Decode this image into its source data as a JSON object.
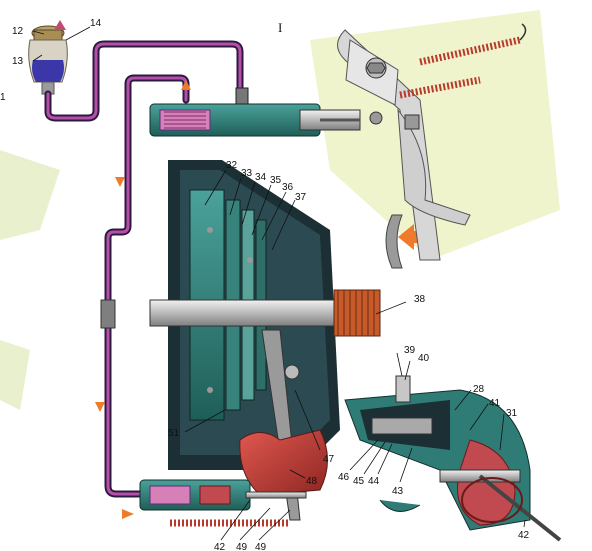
{
  "figure": {
    "roman_numeral": "I",
    "side_number": "1"
  },
  "callouts": [
    {
      "id": "c12",
      "text": "12"
    },
    {
      "id": "c13",
      "text": "13"
    },
    {
      "id": "c14",
      "text": "14"
    },
    {
      "id": "c32",
      "text": "32"
    },
    {
      "id": "c33",
      "text": "33"
    },
    {
      "id": "c34",
      "text": "34"
    },
    {
      "id": "c35",
      "text": "35"
    },
    {
      "id": "c36",
      "text": "36"
    },
    {
      "id": "c37",
      "text": "37"
    },
    {
      "id": "c38",
      "text": "38"
    },
    {
      "id": "c39",
      "text": "39"
    },
    {
      "id": "c40",
      "text": "40"
    },
    {
      "id": "c28",
      "text": "28"
    },
    {
      "id": "c41",
      "text": "41"
    },
    {
      "id": "c31",
      "text": "31"
    },
    {
      "id": "c51",
      "text": "51"
    },
    {
      "id": "c47",
      "text": "47"
    },
    {
      "id": "c48",
      "text": "48"
    },
    {
      "id": "c46",
      "text": "46"
    },
    {
      "id": "c45",
      "text": "45"
    },
    {
      "id": "c44",
      "text": "44"
    },
    {
      "id": "c43",
      "text": "43"
    },
    {
      "id": "c42a",
      "text": "42"
    },
    {
      "id": "c49a",
      "text": "49"
    },
    {
      "id": "c49b",
      "text": "49"
    },
    {
      "id": "c42b",
      "text": "42"
    }
  ],
  "colors": {
    "fluid_line": "#5a2f7a",
    "fluid_fill": "#b54fa8",
    "housing_dark": "#1b2f35",
    "housing_teal": "#2f7c76",
    "rubber_boot": "#c03b3a",
    "arrow_orange": "#ef7a2a",
    "pedal_grey": "#cfcfcf",
    "spring_red": "#b83a2a",
    "reservoir_purple": "#3b37a8",
    "background_green": "#eef3c6"
  }
}
